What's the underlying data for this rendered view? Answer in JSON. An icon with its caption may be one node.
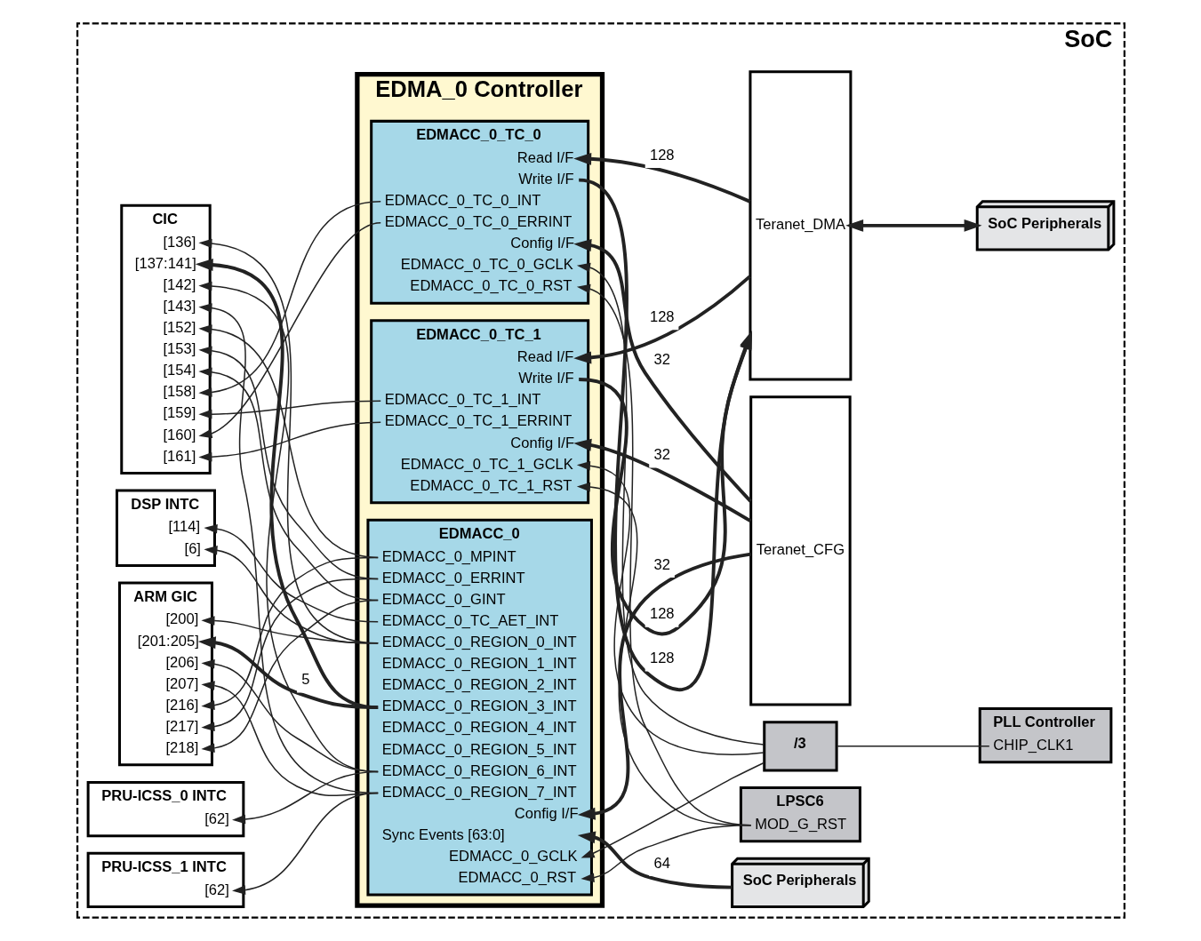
{
  "diagram": {
    "nodes": [
      {
        "text": [
          "SoC"
        ]
      },
      {
        "text": [
          "ARM GIC",
          "[200]",
          "[201:205]",
          "[206]",
          "[207]",
          "[216]",
          "[217]",
          "[218]"
        ],
        "in": 0
      },
      {
        "text": [
          "CIC",
          "[136]",
          "[137:141]",
          "[142]",
          "[143]",
          "[152]",
          "[153]",
          "[154]",
          "[158]",
          "[159]",
          "[160]",
          "[161]"
        ],
        "in": 0
      },
      {
        "text": [
          "DSP INTC",
          "[114]",
          "[6]"
        ],
        "in": 0
      },
      {
        "text": [
          "PRU-ICSS_0 INTC",
          "[62]"
        ],
        "in": 0
      },
      {
        "text": [
          "PRU-ICSS_1 INTC",
          "[62]"
        ],
        "in": 0
      },
      {
        "text": [
          "EDMA_0 Controller"
        ],
        "in": 0
      },
      {
        "text": [
          "EDMACC_0_TC_0",
          "Read I/F",
          "Write I/F",
          "EDMACC_0_TC_0_INT",
          "EDMACC_0_TC_0_ERRINT",
          "Config I/F",
          "EDMACC_0_TC_0_GCLK",
          "EDMACC_0_TC_0_RST"
        ],
        "in": 6
      },
      {
        "text": [
          "EDMACC_0_TC_1",
          "Read I/F",
          "Write I/F",
          "EDMACC_0_TC_1_INT",
          "EDMACC_0_TC_1_ERRINT",
          "Config I/F",
          "EDMACC_0_TC_1_GCLK",
          "EDMACC_0_TC_1_RST"
        ],
        "in": 6
      },
      {
        "text": [
          "EDMACC_0",
          "EDMACC_0_MPINT",
          "EDMACC_0_ERRINT",
          "EDMACC_0_GINT",
          "EDMACC_0_TC_AET_INT",
          "EDMACC_0_REGION_0_INT",
          "EDMACC_0_REGION_1_INT",
          "EDMACC_0_REGION_2_INT",
          "EDMACC_0_REGION_3_INT",
          "EDMACC_0_REGION_4_INT",
          "EDMACC_0_REGION_5_INT",
          "EDMACC_0_REGION_6_INT",
          "EDMACC_0_REGION_7_INT",
          "Config I/F",
          "Sync Events [63:0]",
          "EDMACC_0_GCLK",
          "EDMACC_0_RST"
        ],
        "in": 6
      },
      {
        "text": [
          "Teranet_DMA"
        ],
        "in": 0
      },
      {
        "text": [
          "Teranet_CFG"
        ],
        "in": 0
      },
      {
        "text": [
          "SoC Peripherals"
        ],
        "in": 0
      },
      {
        "text": [
          "SoC Peripherals"
        ],
        "in": 0
      },
      {
        "text": [
          "/3"
        ],
        "in": 0
      },
      {
        "text": [
          "PLL Controller",
          "CHIP_CLK1"
        ],
        "in": 0
      },
      {
        "text": [
          "LPSC6",
          "MOD_G_RST"
        ],
        "in": 0
      }
    ],
    "edges": [
      {
        "from": 10,
        "to": 7,
        "arrow": "to",
        "label": "128",
        "style": "thick"
      },
      {
        "from": 7,
        "to": 10,
        "arrow": "to",
        "label": "128",
        "style": "thick"
      },
      {
        "from": 10,
        "to": 8,
        "arrow": "to",
        "label": "128",
        "style": "thick"
      },
      {
        "from": 8,
        "to": 10,
        "arrow": "to",
        "label": "128",
        "style": "thick"
      },
      {
        "from": 12,
        "to": 10,
        "arrow": "both",
        "style": "thick"
      },
      {
        "from": 11,
        "to": 7,
        "arrow": "to",
        "label": "32",
        "style": "thick"
      },
      {
        "from": 11,
        "to": 8,
        "arrow": "to",
        "label": "32",
        "style": "thick"
      },
      {
        "from": 11,
        "to": 9,
        "arrow": "to",
        "label": "32",
        "style": "thick"
      },
      {
        "from": 13,
        "to": 9,
        "arrow": "to",
        "label": "64",
        "style": "thick"
      },
      {
        "from": 15,
        "to": 14,
        "arrow": "none"
      },
      {
        "from": 14,
        "to": 7,
        "arrow": "to"
      },
      {
        "from": 14,
        "to": 8,
        "arrow": "to"
      },
      {
        "from": 14,
        "to": 9,
        "arrow": "to"
      },
      {
        "from": 16,
        "to": 7,
        "arrow": "to"
      },
      {
        "from": 16,
        "to": 8,
        "arrow": "to"
      },
      {
        "from": 16,
        "to": 9,
        "arrow": "to"
      },
      {
        "from": 7,
        "to": 2,
        "arrow": "to"
      },
      {
        "from": 7,
        "to": 2,
        "arrow": "to"
      },
      {
        "from": 8,
        "to": 2,
        "arrow": "to"
      },
      {
        "from": 8,
        "to": 2,
        "arrow": "to"
      },
      {
        "from": 9,
        "to": 1,
        "arrow": "to"
      },
      {
        "from": 9,
        "to": 2,
        "arrow": "to"
      },
      {
        "from": 9,
        "to": 1,
        "arrow": "to"
      },
      {
        "from": 9,
        "to": 2,
        "arrow": "to"
      },
      {
        "from": 9,
        "to": 1,
        "arrow": "to"
      },
      {
        "from": 9,
        "to": 2,
        "arrow": "to"
      },
      {
        "from": 9,
        "to": 3,
        "arrow": "to"
      },
      {
        "from": 9,
        "to": 1,
        "arrow": "to"
      },
      {
        "from": 9,
        "to": 2,
        "arrow": "to"
      },
      {
        "from": 9,
        "to": 3,
        "arrow": "to"
      },
      {
        "from": 9,
        "to": 1,
        "arrow": "to",
        "label": "5",
        "style": "thick"
      },
      {
        "from": 9,
        "to": 2,
        "arrow": "to",
        "style": "thick"
      },
      {
        "from": 9,
        "to": 1,
        "arrow": "to"
      },
      {
        "from": 9,
        "to": 2,
        "arrow": "to"
      },
      {
        "from": 9,
        "to": 4,
        "arrow": "to"
      },
      {
        "from": 9,
        "to": 1,
        "arrow": "to"
      },
      {
        "from": 9,
        "to": 2,
        "arrow": "to"
      },
      {
        "from": 9,
        "to": 5,
        "arrow": "to"
      }
    ]
  }
}
